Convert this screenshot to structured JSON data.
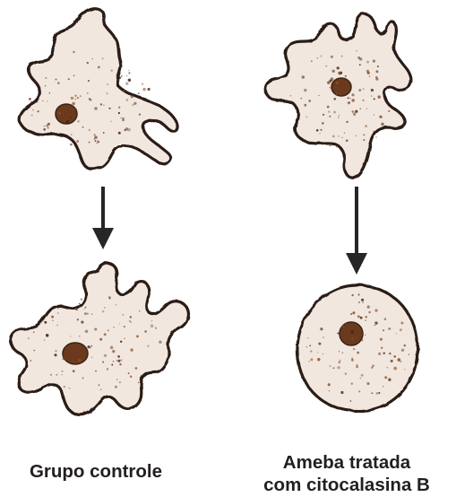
{
  "captions": {
    "left": "Grupo controle",
    "right_line1": "Ameba tratada",
    "right_line2": "com citocalasina B"
  },
  "colors": {
    "cell_fill": "#f1e7de",
    "cell_outline": "#2a1a12",
    "speckle_brown": "#8a4f2c",
    "speckle_dark": "#3b2416",
    "nucleus": "#6b3a1e",
    "arrow": "#262626",
    "text": "#231f20"
  },
  "icons": {
    "cells": [
      "amoeba-irregular-icon",
      "amoeba-irregular-icon",
      "amoeba-irregular-icon",
      "amoeba-rounded-icon"
    ],
    "arrows": [
      "arrow-down-icon",
      "arrow-down-icon"
    ]
  }
}
